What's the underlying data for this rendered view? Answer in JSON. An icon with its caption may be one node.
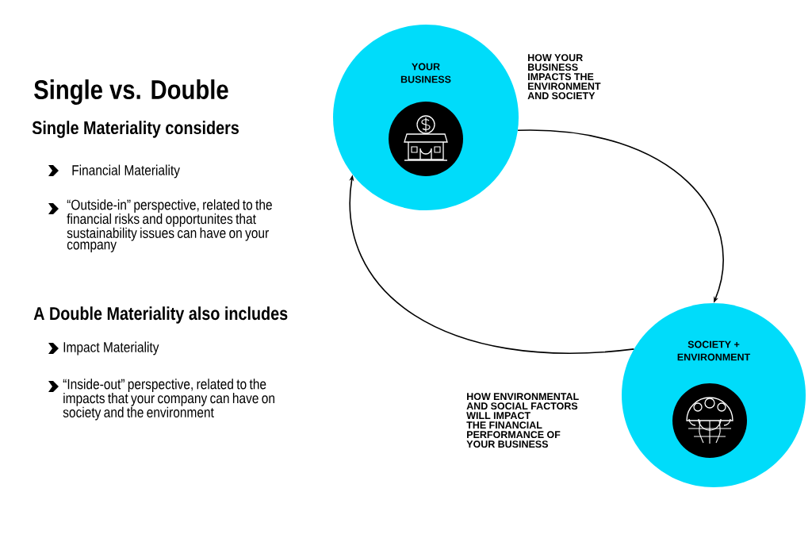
{
  "diagram": {
    "title": "Single vs. Double",
    "nodes": [
      {
        "text": [
          "YOUR BUSINESS"
        ]
      },
      {
        "text": [
          "SOCIETY + ENVIRONMENT"
        ]
      }
    ],
    "edges": [
      {
        "from": 0,
        "to": 1,
        "arrow": "to",
        "label": "HOW YOUR BUSINESS IMPACTS THE ENVIRONMENT AND SOCIETY"
      },
      {
        "from": 1,
        "to": 0,
        "arrow": "to",
        "label": "HOW ENVIRONMENTAL AND SOCIAL FACTORS WILL IMPACT THE FINANCIAL PERFORMANCE OF YOUR BUSINESS"
      }
    ],
    "labels": [
      "Single Materiality considers",
      "Financial Materiality",
      "“Outside-in” perspective, related to the financial risks and opportunites that sustainability issues can have on your company",
      "A Double Materiality also includes",
      "Impact Materiality",
      "“Inside-out” perspective, related to the impacts that your company can have on society and the environment"
    ]
  }
}
